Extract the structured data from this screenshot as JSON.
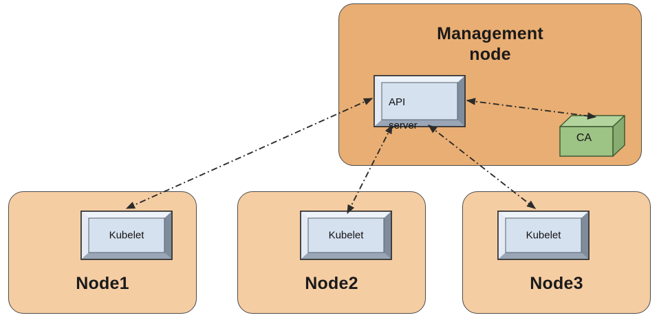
{
  "diagram": {
    "title": "Kubernetes certificate authority / kubelet API server trust diagram",
    "colors": {
      "management_node_fill": "#e9ae73",
      "node_fill": "#f5cda3",
      "component_fill": "#d3dfee",
      "component_bevel_light": "#e8eef7",
      "component_bevel_dark": "#97a3b3",
      "ca_fill": "#9cc184",
      "ca_top": "#b3d39c",
      "ca_side": "#86ab70",
      "outline": "#4a4a4a",
      "connector": "#2b2b2b",
      "background": "#ffffff"
    },
    "management_node": {
      "label": "Management\nnode",
      "label_line1": "Management",
      "label_line2": "node",
      "components": [
        {
          "id": "api-server",
          "label": "API\nserver",
          "label_line1": "API",
          "label_line2": "server",
          "shape": "beveled-rectangle"
        },
        {
          "id": "ca",
          "label": "CA",
          "shape": "cuboid"
        }
      ]
    },
    "nodes": [
      {
        "id": "node1",
        "label": "Node1",
        "component_label": "Kubelet"
      },
      {
        "id": "node2",
        "label": "Node2",
        "component_label": "Kubelet"
      },
      {
        "id": "node3",
        "label": "Node3",
        "component_label": "Kubelet"
      }
    ],
    "connectors": [
      {
        "id": "conn-api-node1",
        "from": "api-server",
        "to": "node1-kubelet",
        "style": "dash-dot",
        "arrows": "both"
      },
      {
        "id": "conn-api-node2",
        "from": "api-server",
        "to": "node2-kubelet",
        "style": "dash-dot",
        "arrows": "both"
      },
      {
        "id": "conn-api-node3",
        "from": "api-server",
        "to": "node3-kubelet",
        "style": "dash-dot",
        "arrows": "both"
      },
      {
        "id": "conn-api-ca",
        "from": "api-server",
        "to": "ca",
        "style": "dash-dot",
        "arrows": "both"
      }
    ]
  }
}
